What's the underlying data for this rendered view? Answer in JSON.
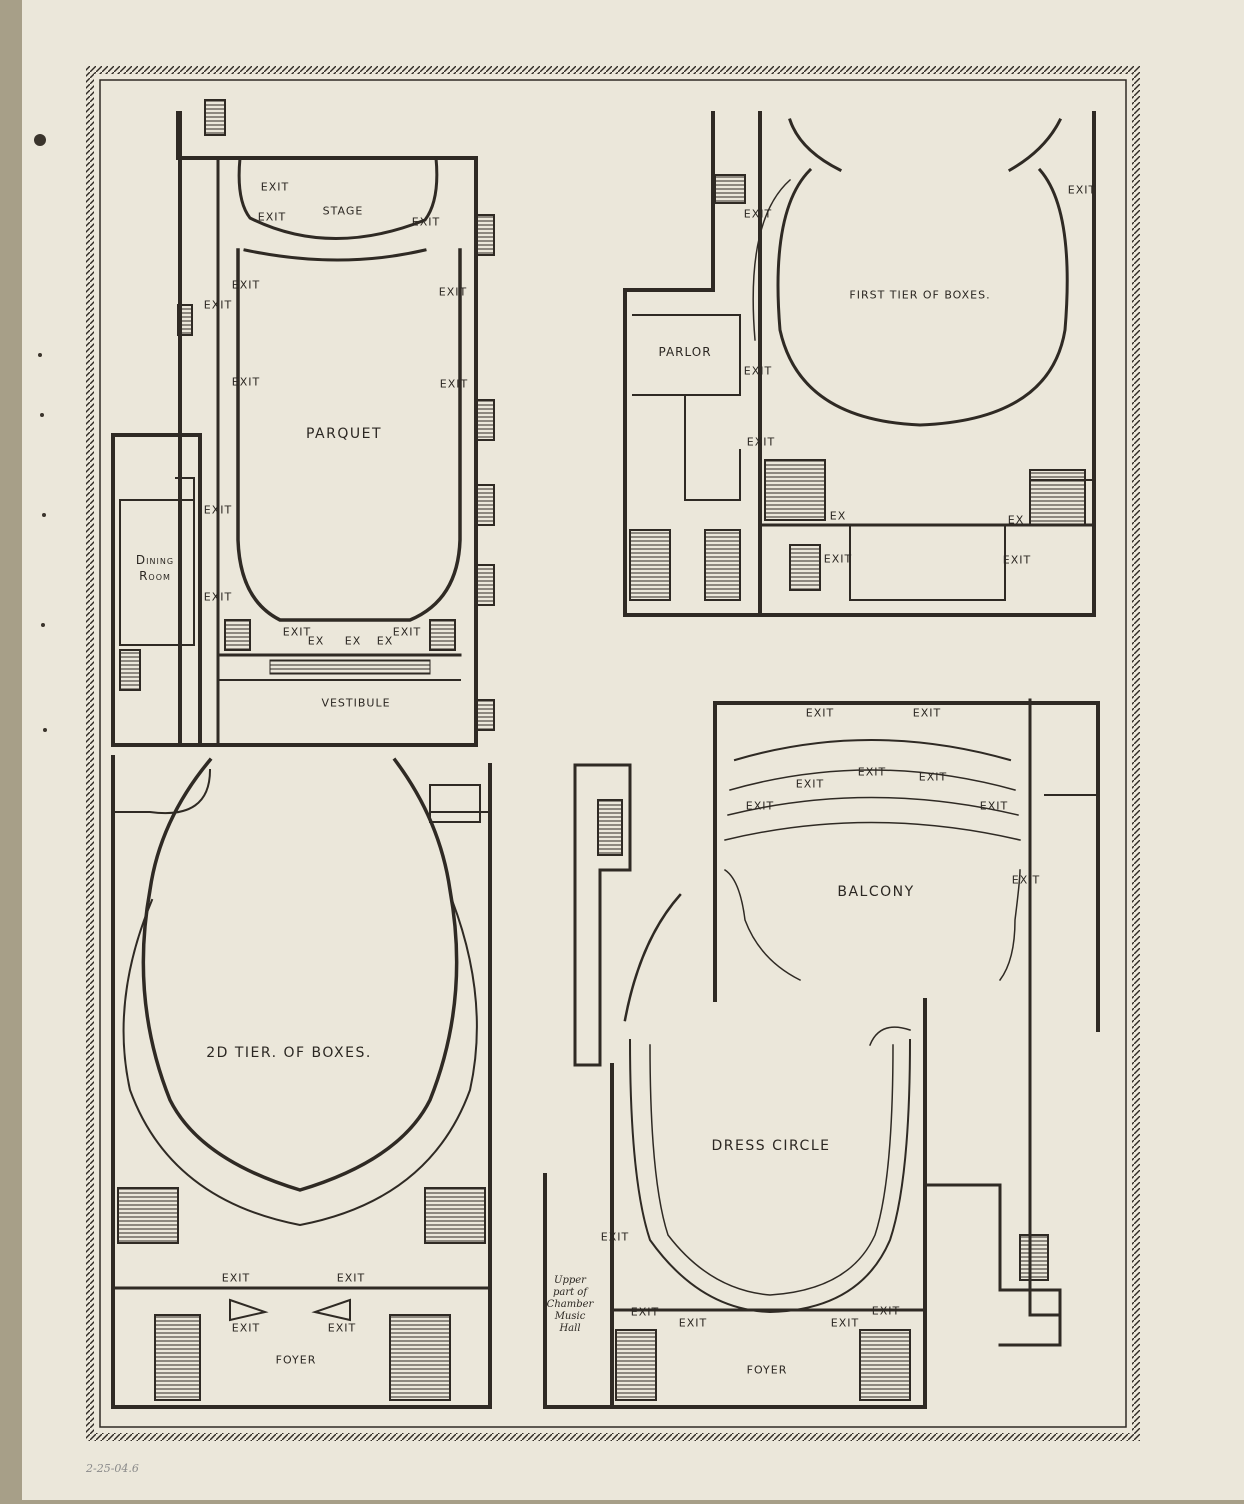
{
  "plans": {
    "parquet": {
      "stage": "STAGE",
      "parquet": "PARQUET",
      "vestibule": "VESTIBULE",
      "dining_room": "Dining Room",
      "exit": "EXIT",
      "ex": "EX"
    },
    "first_tier": {
      "title": "FIRST TIER OF BOXES.",
      "parlor": "PARLOR",
      "exit": "EXIT",
      "ex": "EX"
    },
    "second_tier": {
      "title": "2D TIER. OF BOXES.",
      "foyer": "FOYER",
      "exit": "EXIT"
    },
    "balcony": {
      "balcony": "BALCONY",
      "dress_circle": "DRESS CIRCLE",
      "foyer": "FOYER",
      "chamber_note": "Upper part of Chamber Music Hall",
      "exit": "EXIT"
    }
  },
  "handwritten_note": "2-25-04.6",
  "colors": {
    "paper": "#ebe7da",
    "ink": "#2f2a24",
    "edge": "#a79f88"
  }
}
